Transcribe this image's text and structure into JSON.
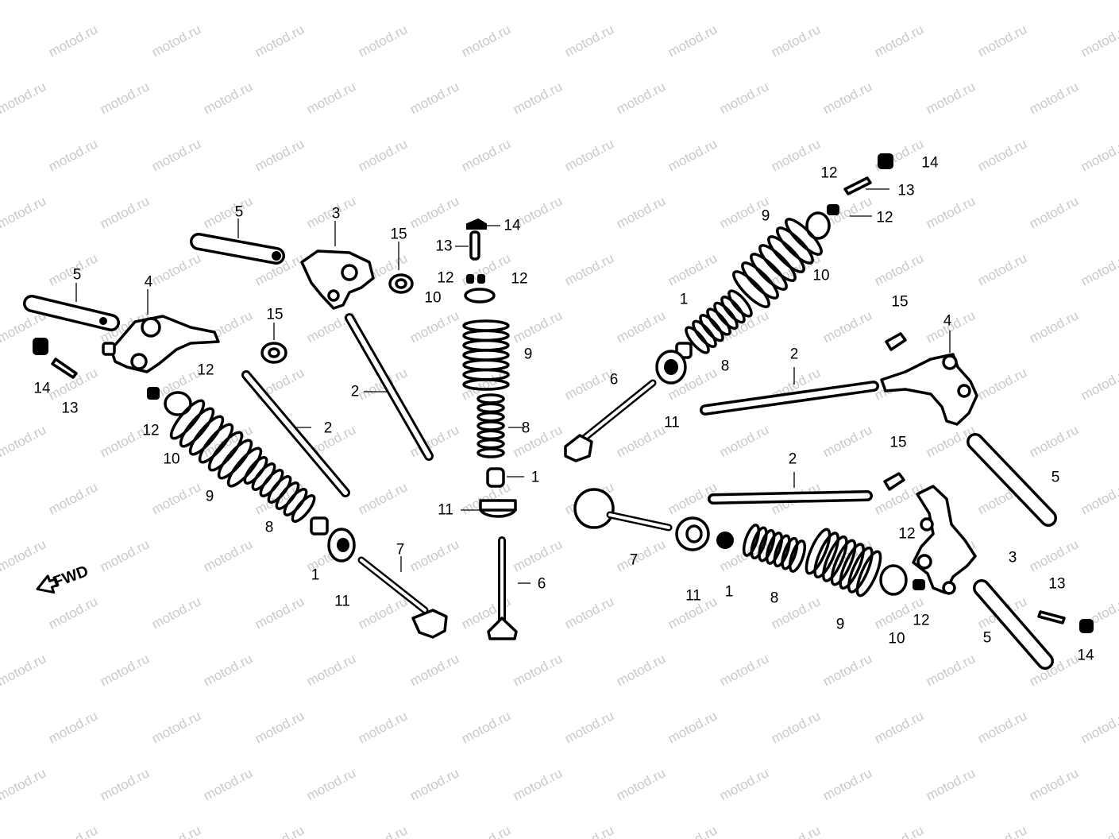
{
  "watermark": "motod.ru",
  "direction_label": "FWD",
  "colors": {
    "ink": "#000000",
    "paper": "#ffffff",
    "watermark": "#c9c9c9"
  },
  "callouts": [
    {
      "id": "c1",
      "text": "5"
    },
    {
      "id": "c2",
      "text": "3"
    },
    {
      "id": "c3",
      "text": "15"
    },
    {
      "id": "c4",
      "text": "14"
    },
    {
      "id": "c5",
      "text": "13"
    },
    {
      "id": "c6",
      "text": "12"
    },
    {
      "id": "c7",
      "text": "12"
    },
    {
      "id": "c8",
      "text": "10"
    },
    {
      "id": "c9",
      "text": "5"
    },
    {
      "id": "c10",
      "text": "4"
    },
    {
      "id": "c11",
      "text": "15"
    },
    {
      "id": "c12",
      "text": "14"
    },
    {
      "id": "c13",
      "text": "13"
    },
    {
      "id": "c14",
      "text": "12"
    },
    {
      "id": "c15",
      "text": "12"
    },
    {
      "id": "c16",
      "text": "10"
    },
    {
      "id": "c17",
      "text": "2"
    },
    {
      "id": "c18",
      "text": "2"
    },
    {
      "id": "c19",
      "text": "9"
    },
    {
      "id": "c20",
      "text": "8"
    },
    {
      "id": "c21",
      "text": "1"
    },
    {
      "id": "c22",
      "text": "11"
    },
    {
      "id": "c23",
      "text": "6"
    },
    {
      "id": "c24",
      "text": "9"
    },
    {
      "id": "c25",
      "text": "8"
    },
    {
      "id": "c26",
      "text": "1"
    },
    {
      "id": "c27",
      "text": "11"
    },
    {
      "id": "c28",
      "text": "7"
    },
    {
      "id": "c29",
      "text": "14"
    },
    {
      "id": "c30",
      "text": "13"
    },
    {
      "id": "c31",
      "text": "12"
    },
    {
      "id": "c32",
      "text": "12"
    },
    {
      "id": "c33",
      "text": "9"
    },
    {
      "id": "c34",
      "text": "10"
    },
    {
      "id": "c35",
      "text": "1"
    },
    {
      "id": "c36",
      "text": "8"
    },
    {
      "id": "c37",
      "text": "6"
    },
    {
      "id": "c38",
      "text": "11"
    },
    {
      "id": "c39",
      "text": "2"
    },
    {
      "id": "c40",
      "text": "15"
    },
    {
      "id": "c41",
      "text": "4"
    },
    {
      "id": "c42",
      "text": "15"
    },
    {
      "id": "c43",
      "text": "2"
    },
    {
      "id": "c44",
      "text": "5"
    },
    {
      "id": "c45",
      "text": "7"
    },
    {
      "id": "c46",
      "text": "11"
    },
    {
      "id": "c47",
      "text": "1"
    },
    {
      "id": "c48",
      "text": "8"
    },
    {
      "id": "c49",
      "text": "9"
    },
    {
      "id": "c50",
      "text": "10"
    },
    {
      "id": "c51",
      "text": "12"
    },
    {
      "id": "c52",
      "text": "12"
    },
    {
      "id": "c53",
      "text": "3"
    },
    {
      "id": "c54",
      "text": "13"
    },
    {
      "id": "c55",
      "text": "5"
    },
    {
      "id": "c56",
      "text": "14"
    }
  ]
}
